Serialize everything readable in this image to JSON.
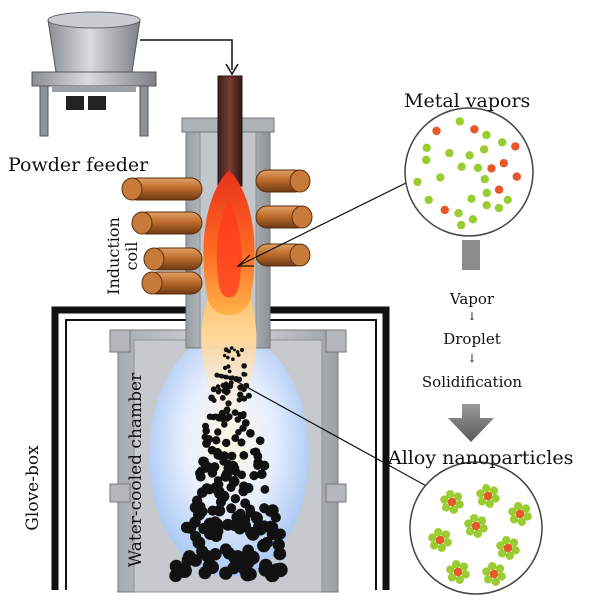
{
  "labels": {
    "powder_feeder": "Powder feeder",
    "induction_coil_line1": "Induction",
    "induction_coil_line2": "coil",
    "glove_box": "Glove-box",
    "chamber": "Water-cooled chamber",
    "metal_vapors": "Metal vapors",
    "alloy_nanoparticles": "Alloy nanoparticles"
  },
  "process": {
    "steps": [
      "Vapor",
      "Droplet",
      "Solidification"
    ],
    "arrow_glyph": "↓"
  },
  "colors": {
    "metal_atom_green": "#9acd32",
    "metal_atom_orange": "#e8572a",
    "coil_copper": "#b8682a",
    "plasma_red": "#e83a1c",
    "plasma_yellow": "#ffcf6b",
    "glow_blue": "#cfe2ff",
    "frame_black": "#111111"
  },
  "icons": {
    "feeder": "powder-feeder-icon",
    "coil": "induction-coil-icon",
    "plasma": "plasma-flame-icon",
    "vapors_circle": "metal-vapors-icon",
    "nanoparticles_circle": "alloy-nanoparticles-icon"
  }
}
